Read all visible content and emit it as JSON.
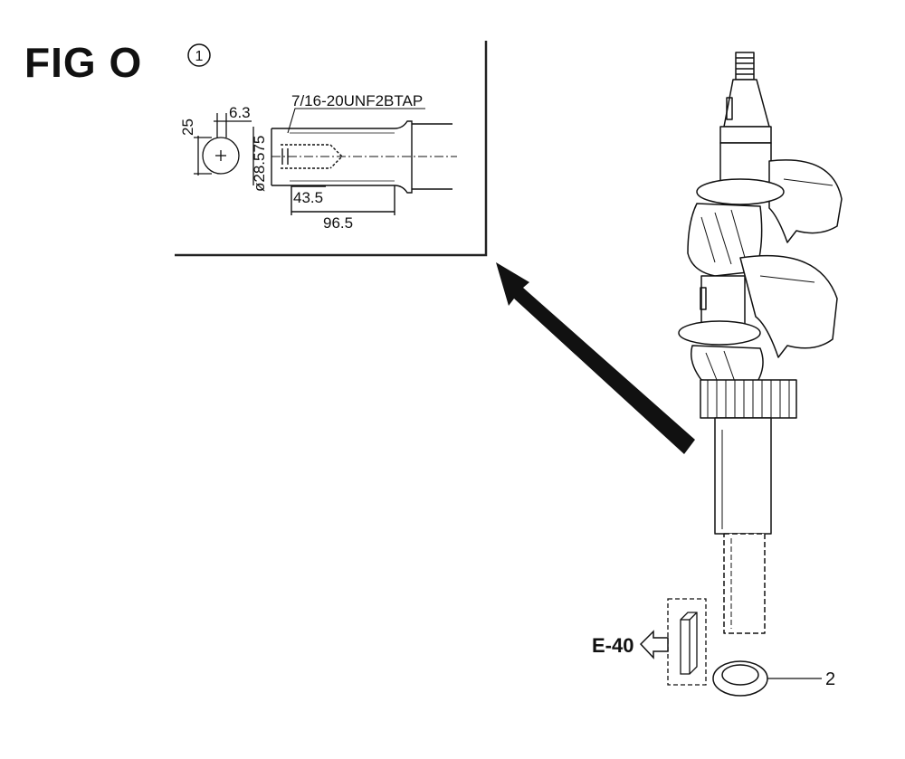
{
  "figure": {
    "title": "FIG O"
  },
  "inset": {
    "callout_number": "1",
    "thread_spec": "7/16-20UNF2BTAP",
    "dimensions": {
      "keyway_width": "6.3",
      "key_height": "25",
      "shaft_diameter": "ø28.575",
      "tap_depth": "43.5",
      "shaft_length": "96.5"
    }
  },
  "callouts": {
    "part_2": "2",
    "reference": "E-40"
  },
  "colors": {
    "line": "#111111",
    "dim_line": "#444444",
    "background": "#ffffff"
  }
}
